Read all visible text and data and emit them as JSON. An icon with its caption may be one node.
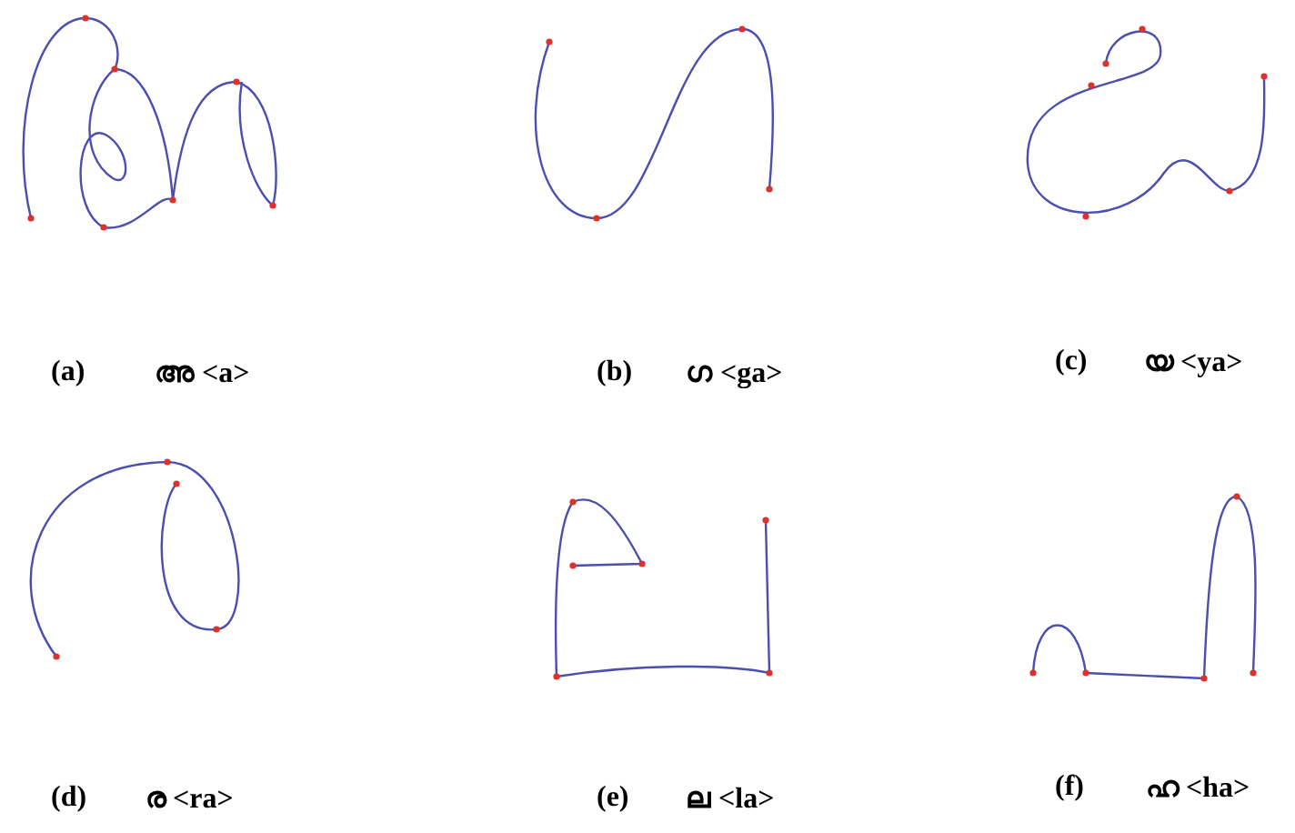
{
  "diagram": {
    "labels": [
      "(a)",
      "അ <a>",
      "(b)",
      "ഗ <ga>",
      "(c)",
      "യ <ya>",
      "(d)",
      "ര <ra>",
      "(e)",
      "ല <la>",
      "(f)",
      "ഹ <ha>"
    ]
  }
}
